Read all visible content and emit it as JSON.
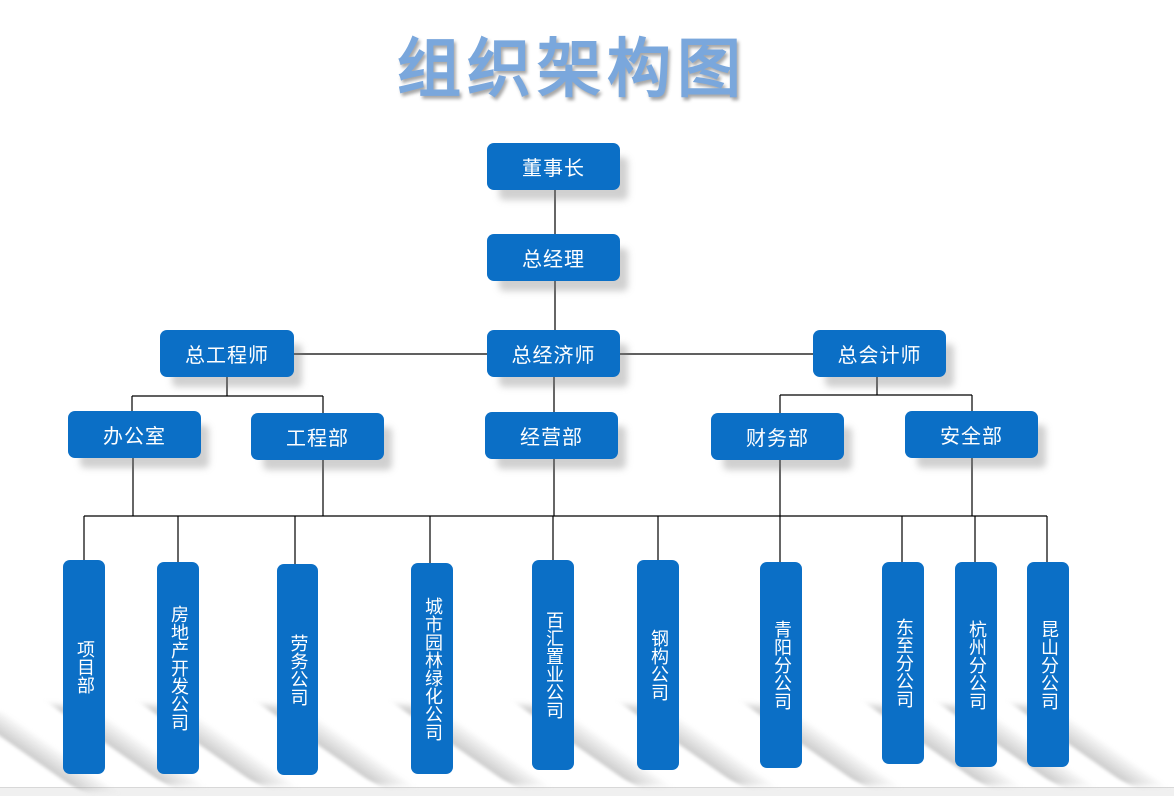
{
  "title": "组织架构图",
  "level1": {
    "chairman": "董事长",
    "general_manager": "总经理"
  },
  "level2": {
    "chief_engineer": "总工程师",
    "chief_economist": "总经济师",
    "chief_accountant": "总会计师"
  },
  "departments": [
    "办公室",
    "工程部",
    "经营部",
    "财务部",
    "安全部"
  ],
  "subsidiaries": [
    "项目部",
    "房地产开发公司",
    "劳务公司",
    "城市园林绿化公司",
    "百汇置业公司",
    "钢构公司",
    "青阳分公司",
    "东至分公司",
    "杭州分公司",
    "昆山分公司"
  ],
  "colors": {
    "node": "#0b6fc6",
    "title": "#7aa7dc",
    "line": "#000000"
  }
}
